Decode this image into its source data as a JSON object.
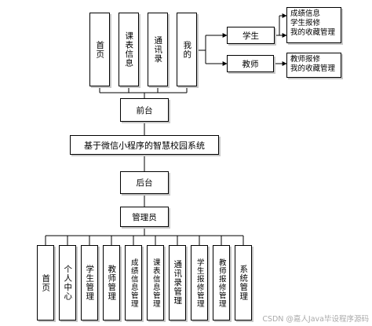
{
  "top_modules": [
    "首页",
    "课表信息",
    "通讯录",
    "我的"
  ],
  "roles": [
    {
      "label": "学生",
      "functions": [
        "成绩信息",
        "学生报修",
        "我的收藏管理"
      ]
    },
    {
      "label": "教师",
      "functions": [
        "教师报修",
        "我的收藏管理"
      ]
    }
  ],
  "frontend": "前台",
  "system_title": "基于微信小程序的智慧校园系统",
  "backend": "后台",
  "admin": "管理员",
  "bottom_modules": [
    "首页",
    "个人中心",
    "学生管理",
    "教师管理",
    "成绩信息管理",
    "课表信息管理",
    "通讯录管理",
    "学生报修管理",
    "教师报修管理",
    "系统管理"
  ],
  "watermark": "CSDN @嘉人Java毕设程序源码"
}
